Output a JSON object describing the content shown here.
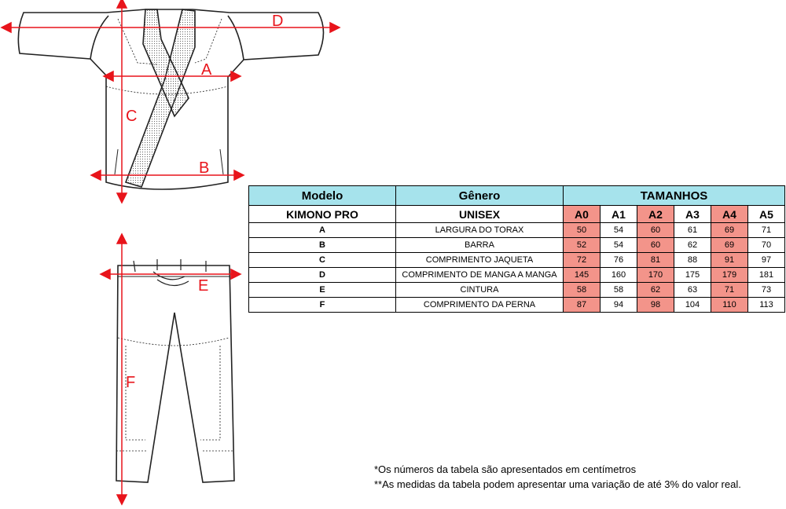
{
  "labels": {
    "a": "A",
    "b": "B",
    "c": "C",
    "d": "D",
    "e": "E",
    "f": "F"
  },
  "table": {
    "header": {
      "model": "Modelo",
      "gender": "Gênero",
      "sizes": "TAMANHOS"
    },
    "subheader": {
      "model": "KIMONO PRO",
      "gender": "UNISEX"
    },
    "size_names": [
      "A0",
      "A1",
      "A2",
      "A3",
      "A4",
      "A5"
    ],
    "highlight_color": "#f3948a",
    "header_color": "#a6e3ec",
    "rows": [
      {
        "code": "A",
        "name": "LARGURA DO TORAX",
        "values": [
          "50",
          "54",
          "60",
          "61",
          "69",
          "71"
        ]
      },
      {
        "code": "B",
        "name": "BARRA",
        "values": [
          "52",
          "54",
          "60",
          "62",
          "69",
          "70"
        ]
      },
      {
        "code": "C",
        "name": "COMPRIMENTO JAQUETA",
        "values": [
          "72",
          "76",
          "81",
          "88",
          "91",
          "97"
        ]
      },
      {
        "code": "D",
        "name": "COMPRIMENTO DE MANGA A MANGA",
        "values": [
          "145",
          "160",
          "170",
          "175",
          "179",
          "181"
        ]
      },
      {
        "code": "E",
        "name": "CINTURA",
        "values": [
          "58",
          "58",
          "62",
          "63",
          "71",
          "73"
        ]
      },
      {
        "code": "F",
        "name": "COMPRIMENTO DA PERNA",
        "values": [
          "87",
          "94",
          "98",
          "104",
          "110",
          "113"
        ]
      }
    ]
  },
  "notes": [
    "*Os números da tabela são apresentados em centímetros",
    "**As medidas da tabela podem apresentar uma variação de até 3% do valor real."
  ]
}
